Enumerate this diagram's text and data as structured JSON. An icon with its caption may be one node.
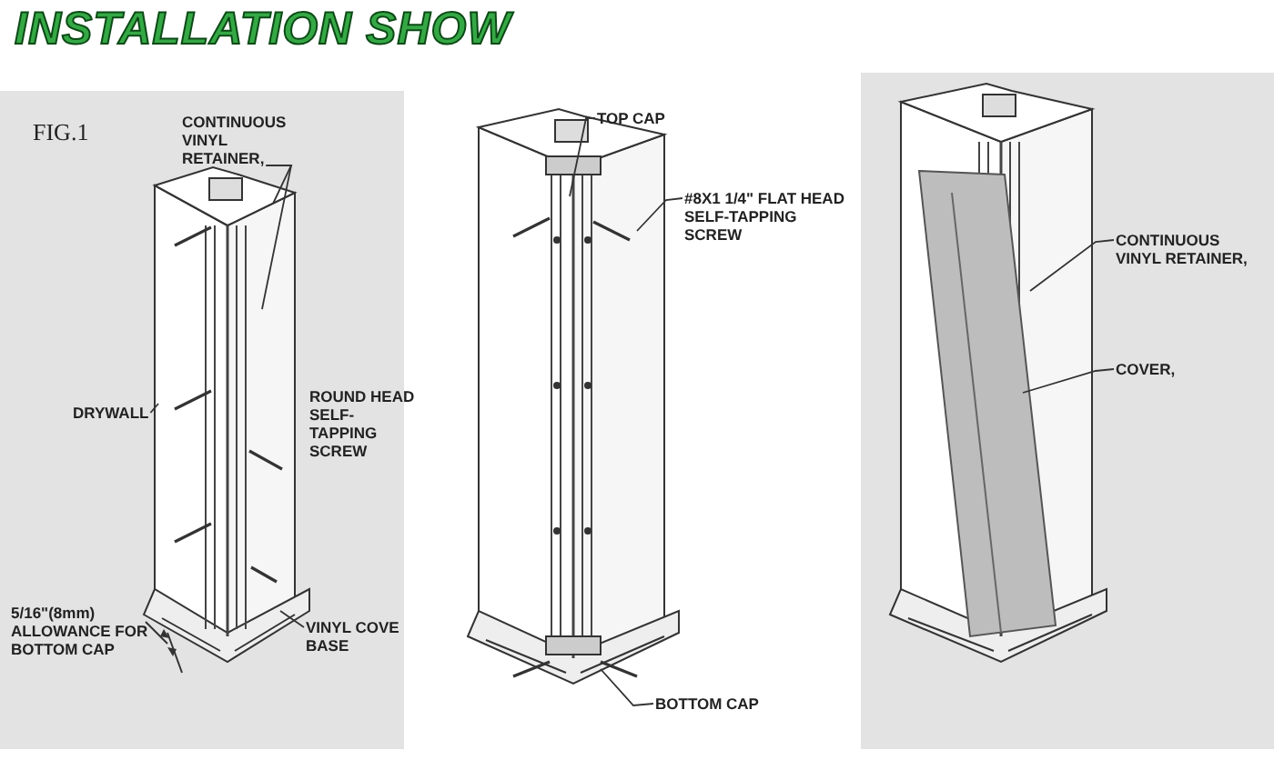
{
  "diagram": {
    "title": "INSTALLATION SHOW",
    "nodes": [
      {
        "text": [
          "CONTINUOUS VINYL RETAINER,"
        ]
      },
      {
        "text": [
          "DRYWALL"
        ]
      },
      {
        "text": [
          "VINYL COVE BASE"
        ]
      },
      {
        "text": [
          "TOP CAP"
        ]
      },
      {
        "text": [
          "#8X1 1/4\" FLAT HEAD SELF-TAPPING SCREW"
        ]
      },
      {
        "text": [
          "BOTTOM CAP"
        ]
      },
      {
        "text": [
          "CONTINUOUS VINYL RETAINER,"
        ]
      },
      {
        "text": [
          "COVER,"
        ]
      }
    ],
    "edges": [
      {
        "from": 0,
        "to": null,
        "arrow": "none"
      },
      {
        "from": 0,
        "to": null,
        "arrow": "none"
      },
      {
        "from": 1,
        "to": null,
        "arrow": "none"
      },
      {
        "from": 2,
        "to": null,
        "arrow": "none"
      },
      {
        "from": 3,
        "to": null,
        "arrow": "none"
      },
      {
        "from": 4,
        "to": null,
        "arrow": "none"
      },
      {
        "from": 5,
        "to": null,
        "arrow": "none"
      },
      {
        "from": 6,
        "to": null,
        "arrow": "none"
      },
      {
        "from": 7,
        "to": null,
        "arrow": "none"
      }
    ],
    "labels": [
      "FIG.1",
      "ROUND HEAD SELF-TAPPING SCREW",
      "5/16\"(8mm) ALLOWANCE FOR BOTTOM CAP"
    ]
  }
}
